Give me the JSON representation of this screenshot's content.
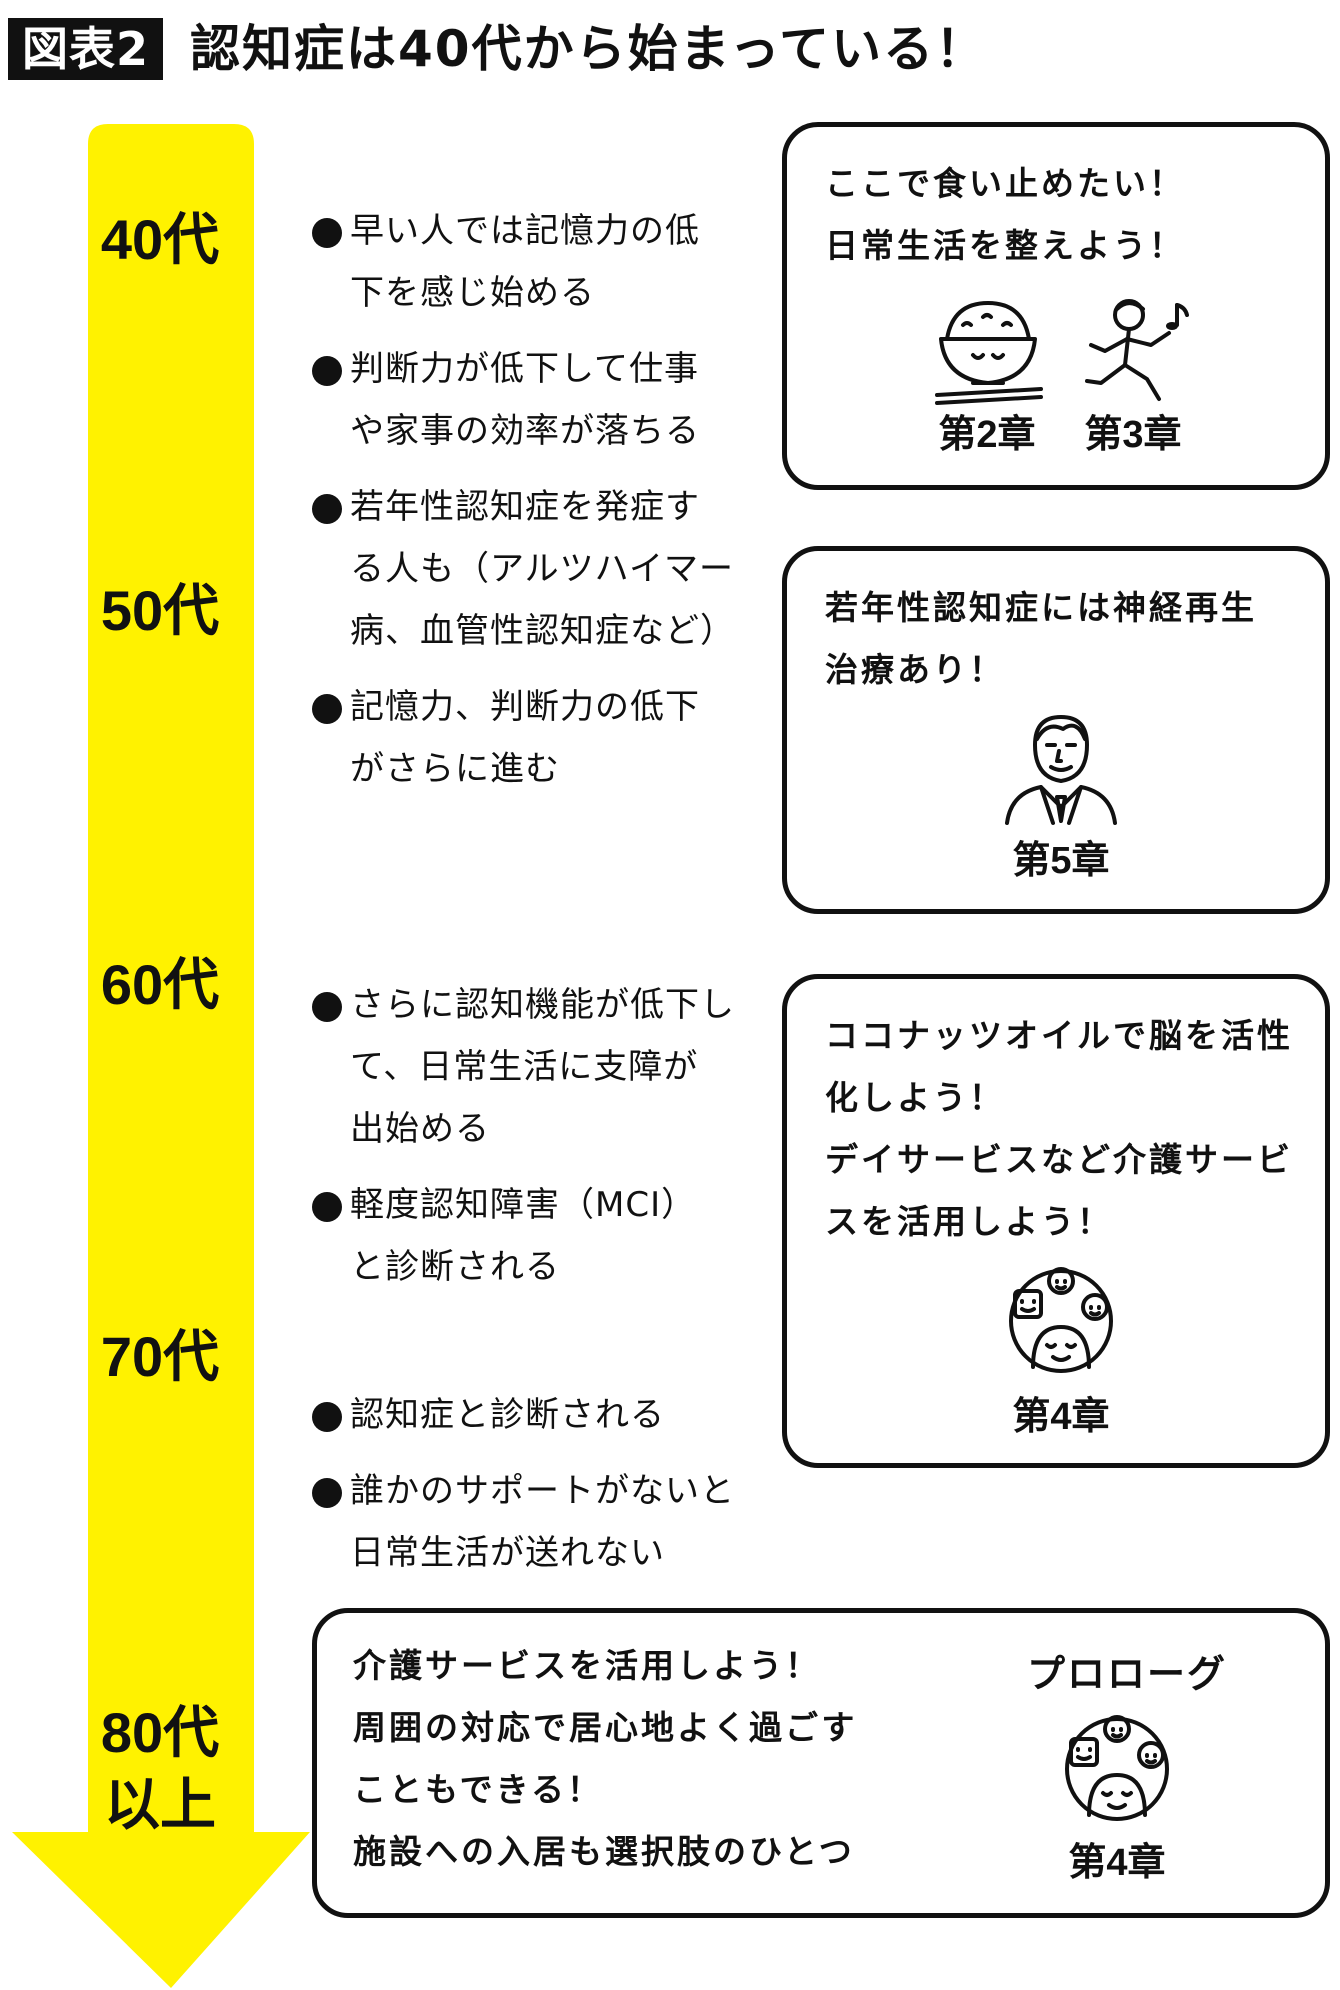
{
  "figure": {
    "tag": "図表2",
    "title": "認知症は40代から始まっている！"
  },
  "colors": {
    "arrow": "#FFF200",
    "ink": "#111111",
    "background": "#FFFFFF"
  },
  "ages": [
    "40代",
    "50代",
    "60代",
    "70代",
    "80代",
    "以上"
  ],
  "bullets_group1": [
    {
      "line1": "早い人では記憶力の低",
      "line2": "下を感じ始める"
    },
    {
      "line1": "判断力が低下して仕事",
      "line2": "や家事の効率が落ちる"
    },
    {
      "line1": "若年性認知症を発症す",
      "line2": "る人も（アルツハイマー",
      "line3": "病、血管性認知症など）"
    },
    {
      "line1": "記憶力、判断力の低下",
      "line2": "がさらに進む"
    }
  ],
  "bullets_group2": [
    {
      "line1": "さらに認知機能が低下し",
      "line2": "て、日常生活に支障が",
      "line3": "出始める"
    },
    {
      "line1": "軽度認知障害（MCI）",
      "line2": "と診断される"
    }
  ],
  "bullets_group3": [
    {
      "line1": "認知症と診断される"
    },
    {
      "line1": "誰かのサポートがないと",
      "line2": "日常生活が送れない"
    }
  ],
  "box1": {
    "line1": "ここで食い止めたい！",
    "line2": "日常生活を整えよう！",
    "chapter_a": "第2章",
    "chapter_b": "第3章",
    "icon_a": "rice-bowl-icon",
    "icon_b": "walking-person-icon"
  },
  "box2": {
    "line1": "若年性認知症には神経再生",
    "line2": "治療あり！",
    "chapter": "第5章",
    "icon": "doctor-icon"
  },
  "box3": {
    "line1": "ココナッツオイルで脳を活性",
    "line2": "化しよう！",
    "line3": "デイサービスなど介護サービ",
    "line4": "スを活用しよう！",
    "chapter": "第4章",
    "icon": "care-group-icon"
  },
  "box4": {
    "line1": "介護サービスを活用しよう！",
    "line2": "周囲の対応で居心地よく過ごす",
    "line3": "こともできる！",
    "line4": "施設への入居も選択肢のひとつ",
    "prologue": "プロローグ",
    "chapter": "第4章",
    "icon": "care-group-icon"
  }
}
